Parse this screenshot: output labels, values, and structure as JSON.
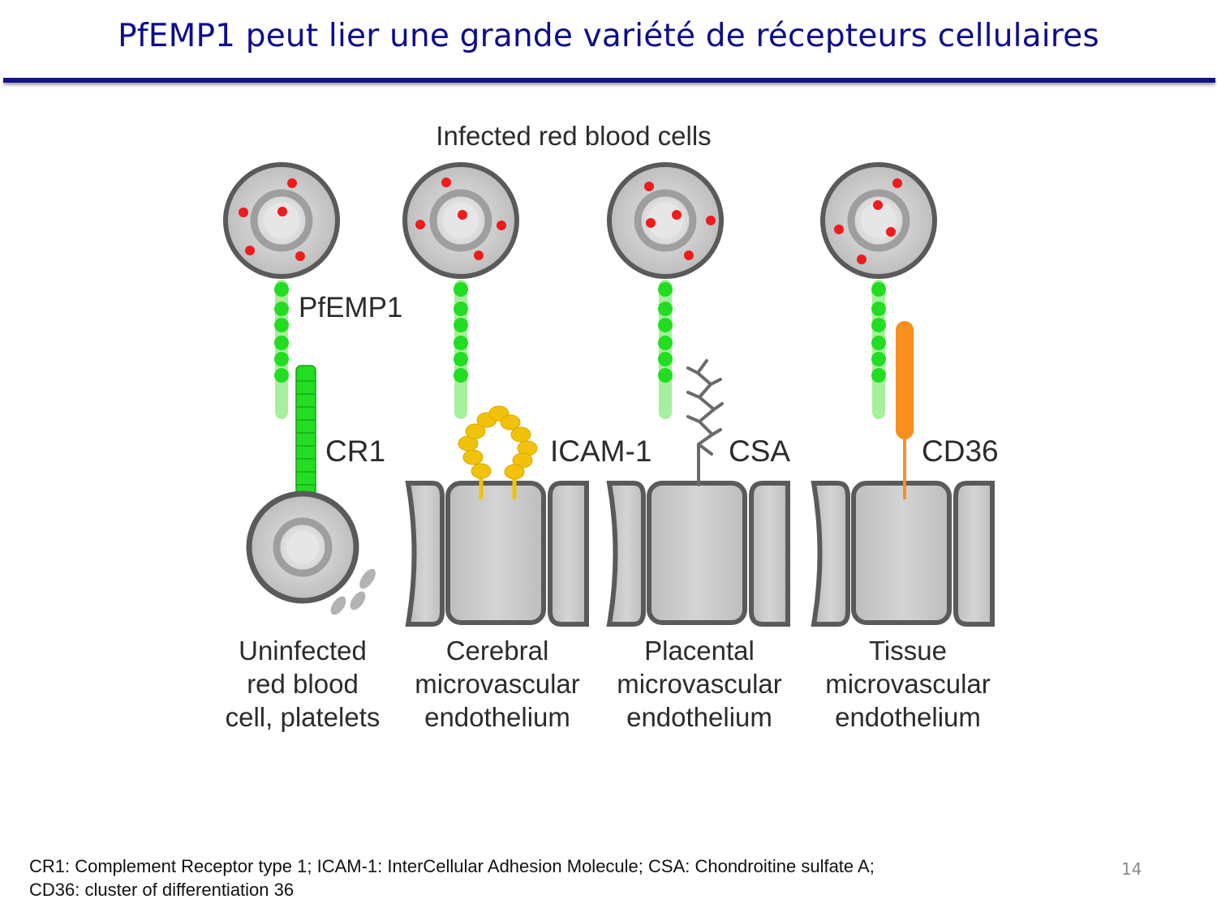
{
  "slide": {
    "title": "PfEMP1 peut lier une grande variété de récepteurs cellulaires",
    "page_number": "14",
    "footnote_line1": "CR1: Complement Receptor type 1; ICAM-1: InterCellular Adhesion Molecule; CSA: Chondroitine sulfate A;",
    "footnote_line2": "CD36: cluster of differentiation 36"
  },
  "diagram": {
    "heading": "Infected red blood cells",
    "pfemp1_label": "PfEMP1",
    "receptors": {
      "cr1": "CR1",
      "icam1": "ICAM-1",
      "csa": "CSA",
      "cd36": "CD36"
    },
    "targets": [
      {
        "lines": [
          "Uninfected",
          "red blood",
          "cell, platelets"
        ]
      },
      {
        "lines": [
          "Cerebral",
          "microvascular",
          "endothelium"
        ]
      },
      {
        "lines": [
          "Placental",
          "microvascular",
          "endothelium"
        ]
      },
      {
        "lines": [
          "Tissue",
          "microvascular",
          "endothelium"
        ]
      }
    ],
    "colors": {
      "pfemp1": "#22dd22",
      "cr1": "#22dd22",
      "icam1": "#f2c20a",
      "csa": "#6a6a6a",
      "cd36": "#f7901e",
      "parasite_dots": "#ee1c1c",
      "cell_fill": "#cccccc",
      "title": "#0d0d8c"
    }
  }
}
